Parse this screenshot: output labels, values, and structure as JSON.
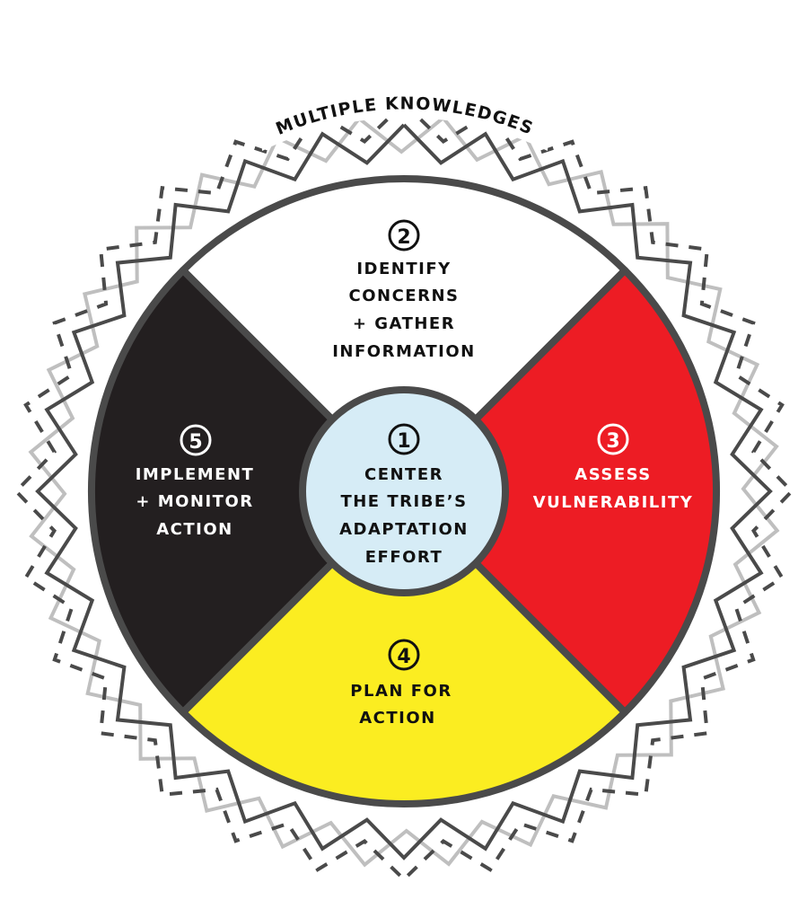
{
  "arc_title": "MULTIPLE KNOWLEDGES",
  "colors": {
    "outline": "#4a4a4a",
    "top": "#ffffff",
    "right": "#ed1c24",
    "bottom": "#fbed21",
    "left": "#231f20",
    "center": "#d6ecf6",
    "zigzag_light": "#bfbfbf"
  },
  "steps": {
    "center": {
      "number": "1",
      "lines": [
        "CENTER",
        "THE TRIBE’S",
        "ADAPTATION",
        "EFFORT"
      ]
    },
    "top": {
      "number": "2",
      "lines": [
        "IDENTIFY",
        "CONCERNS",
        "+ GATHER",
        "INFORMATION"
      ]
    },
    "right": {
      "number": "3",
      "lines": [
        "ASSESS",
        "VULNERABILITY"
      ]
    },
    "bottom": {
      "number": "4",
      "lines": [
        "PLAN FOR",
        "ACTION"
      ]
    },
    "left": {
      "number": "5",
      "lines": [
        "IMPLEMENT",
        "+ MONITOR",
        "ACTION"
      ]
    }
  }
}
